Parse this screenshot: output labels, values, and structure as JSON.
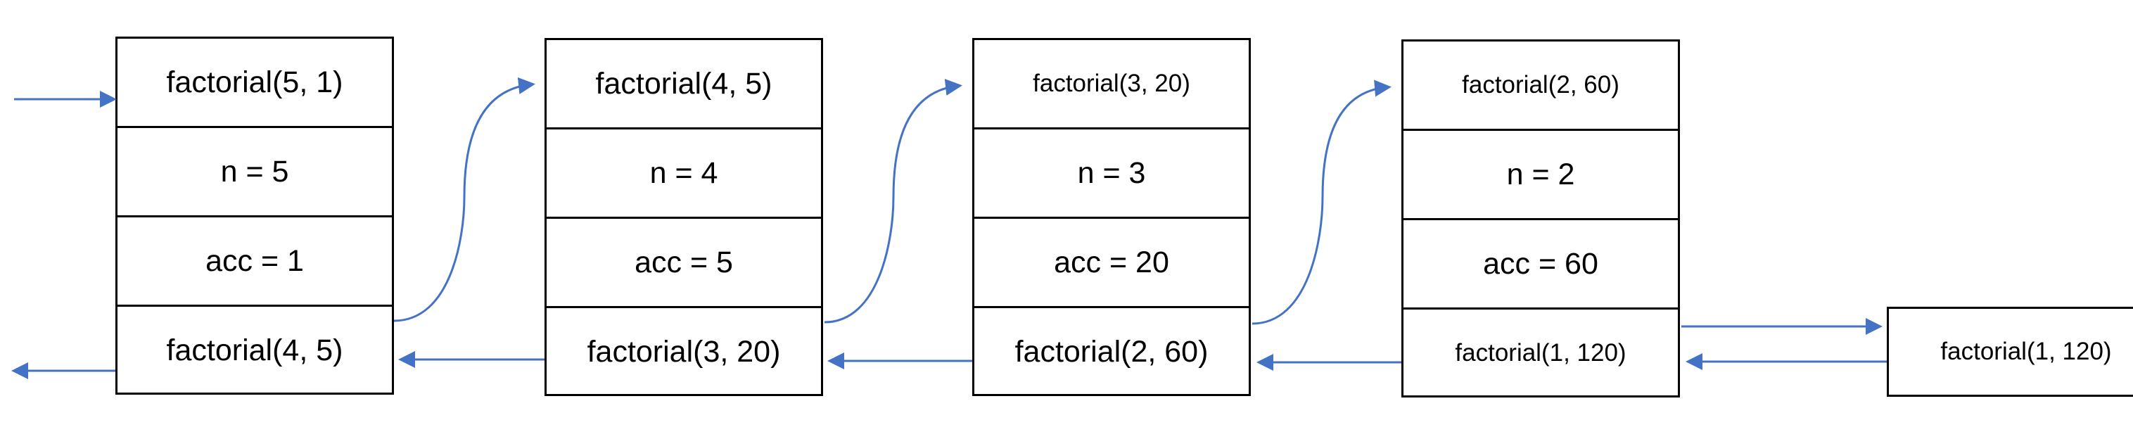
{
  "colors": {
    "arrow": "#4472C4",
    "border": "#000000",
    "text": "#000000",
    "background": "#ffffff"
  },
  "frames": [
    {
      "call": "factorial(5, 1)",
      "n": "n = 5",
      "acc": "acc = 1",
      "next": "factorial(4, 5)"
    },
    {
      "call": "factorial(4, 5)",
      "n": "n = 4",
      "acc": "acc = 5",
      "next": "factorial(3, 20)"
    },
    {
      "call": "factorial(3, 20)",
      "n": "n = 3",
      "acc": "acc = 20",
      "next": "factorial(2, 60)"
    },
    {
      "call": "factorial(2, 60)",
      "n": "n = 2",
      "acc": "acc = 60",
      "next": "factorial(1, 120)"
    }
  ],
  "final_frame": {
    "call": "factorial(1, 120)"
  }
}
